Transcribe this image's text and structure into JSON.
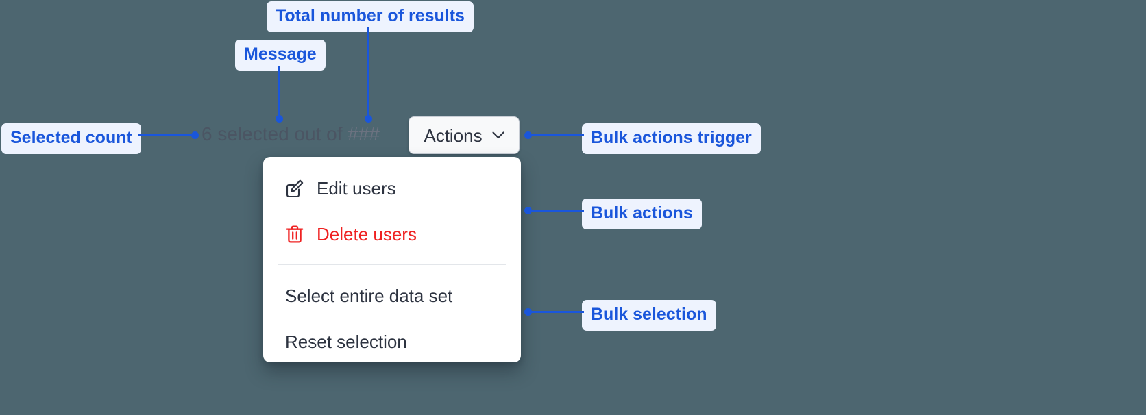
{
  "background_color": "#4d6670",
  "accent_color": "#1a56db",
  "annotations": [
    {
      "id": "total-results",
      "label": "Total number of results"
    },
    {
      "id": "message",
      "label": "Message"
    },
    {
      "id": "selected-count",
      "label": "Selected count"
    },
    {
      "id": "bulk-trigger",
      "label": "Bulk actions trigger"
    },
    {
      "id": "bulk-actions",
      "label": "Bulk actions"
    },
    {
      "id": "bulk-selection",
      "label": "Bulk selection"
    }
  ],
  "toolbar": {
    "selection_message": "6 selected out of",
    "total_results_placeholder": "###",
    "actions_button_label": "Actions",
    "chevron_icon": "chevron-down-icon"
  },
  "menu": {
    "groups": [
      {
        "name": "bulk-actions",
        "items": [
          {
            "label": "Edit users",
            "icon": "edit-icon",
            "danger": false
          },
          {
            "label": "Delete users",
            "icon": "trash-icon",
            "danger": true
          }
        ]
      },
      {
        "name": "bulk-selection",
        "items": [
          {
            "label": "Select entire data set",
            "icon": null,
            "danger": false
          },
          {
            "label": "Reset selection",
            "icon": null,
            "danger": false
          }
        ]
      }
    ]
  }
}
